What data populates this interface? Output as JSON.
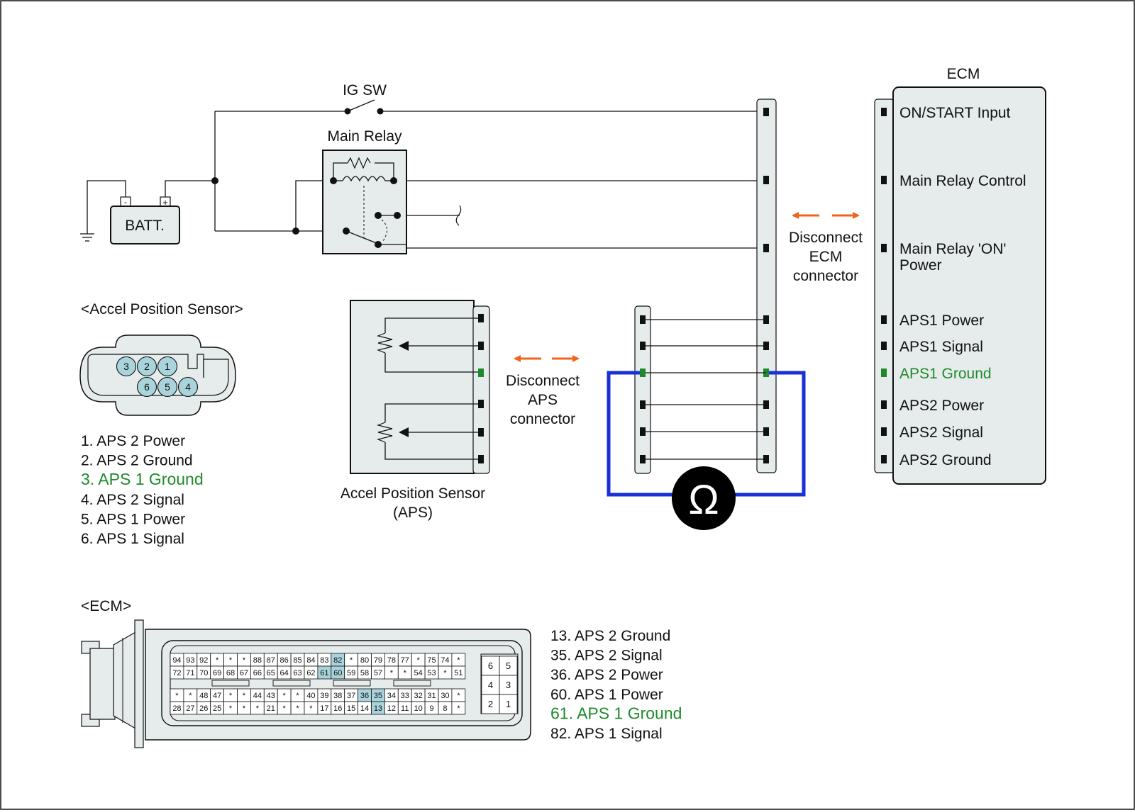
{
  "colors": {
    "green": "#1f8a2b",
    "orange": "#f0641e",
    "blue": "#1a2fd6",
    "highlight": "#a9d4dc",
    "component": "#e6ebeb"
  },
  "circuit": {
    "ig_sw": "IG SW",
    "main_relay": "Main Relay",
    "battery": "BATT.",
    "battery_minus": "-",
    "battery_plus": "+",
    "disconnect_ecm": [
      "Disconnect",
      "ECM",
      "connector"
    ],
    "disconnect_aps": [
      "Disconnect",
      "APS",
      "connector"
    ],
    "aps_title": [
      "Accel Position Sensor",
      "(APS)"
    ],
    "ohm_symbol": "Ω"
  },
  "ecm_box": {
    "title": "ECM",
    "pins": [
      {
        "label": "ON/START Input",
        "highlight": false
      },
      {
        "label": "Main Relay Control",
        "highlight": false
      },
      {
        "label": "Main Relay 'ON'\nPower",
        "highlight": false
      },
      {
        "label": "APS1 Power",
        "highlight": false
      },
      {
        "label": "APS1 Signal",
        "highlight": false
      },
      {
        "label": "APS1 Ground",
        "highlight": true
      },
      {
        "label": "APS2 Power",
        "highlight": false
      },
      {
        "label": "APS2 Signal",
        "highlight": false
      },
      {
        "label": "APS2 Ground",
        "highlight": false
      }
    ]
  },
  "aps_connector": {
    "title": "<Accel Position Sensor>",
    "pin_numbers": [
      "3",
      "2",
      "1",
      "6",
      "5",
      "4"
    ],
    "pins": [
      {
        "text": "1. APS 2 Power",
        "highlight": false
      },
      {
        "text": "2. APS 2 Ground",
        "highlight": false
      },
      {
        "text": "3. APS 1 Ground",
        "highlight": true
      },
      {
        "text": "4. APS 2 Signal",
        "highlight": false
      },
      {
        "text": "5. APS 1 Power",
        "highlight": false
      },
      {
        "text": "6. APS 1 Signal",
        "highlight": false
      }
    ]
  },
  "ecm_connector": {
    "title": "<ECM>",
    "rows": [
      [
        "94",
        "93",
        "92",
        "*",
        "*",
        "*",
        "88",
        "87",
        "86",
        "85",
        "84",
        "83",
        "82",
        "*",
        "80",
        "79",
        "78",
        "77",
        "*",
        "75",
        "74",
        "*"
      ],
      [
        "72",
        "71",
        "70",
        "69",
        "68",
        "67",
        "66",
        "65",
        "64",
        "63",
        "62",
        "61",
        "60",
        "59",
        "58",
        "57",
        "*",
        "*",
        "54",
        "53",
        "*",
        "51"
      ],
      [
        "*",
        "*",
        "48",
        "47",
        "*",
        "*",
        "44",
        "43",
        "*",
        "*",
        "40",
        "39",
        "38",
        "37",
        "36",
        "35",
        "34",
        "33",
        "32",
        "31",
        "30",
        "*"
      ],
      [
        "28",
        "27",
        "26",
        "25",
        "*",
        "*",
        "*",
        "21",
        "*",
        "*",
        "*",
        "17",
        "16",
        "15",
        "14",
        "13",
        "12",
        "11",
        "10",
        "9",
        "8",
        "*"
      ]
    ],
    "highlighted": [
      "82",
      "61",
      "60",
      "36",
      "35",
      "13"
    ],
    "side_block": [
      "6",
      "5",
      "4",
      "3",
      "2",
      "1"
    ],
    "pins": [
      {
        "text": "13. APS 2 Ground",
        "highlight": false
      },
      {
        "text": "35. APS 2 Signal",
        "highlight": false
      },
      {
        "text": "36. APS 2 Power",
        "highlight": false
      },
      {
        "text": "60. APS 1 Power",
        "highlight": false
      },
      {
        "text": "61. APS 1 Ground",
        "highlight": true
      },
      {
        "text": "82. APS 1 Signal",
        "highlight": false
      }
    ]
  }
}
